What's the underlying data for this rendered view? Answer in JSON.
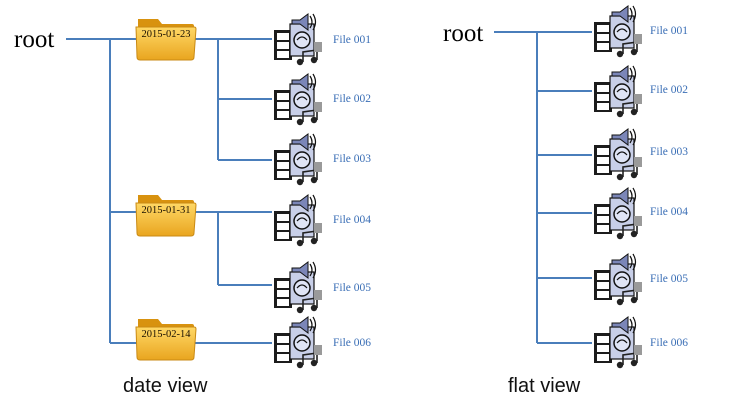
{
  "date_view": {
    "root_label": "root",
    "caption": "date view",
    "folders": [
      {
        "label": "2015-01-23",
        "files": [
          "File 001",
          "File 002",
          "File 003"
        ]
      },
      {
        "label": "2015-01-31",
        "files": [
          "File 004",
          "File 005"
        ]
      },
      {
        "label": "2015-02-14",
        "files": [
          "File 006"
        ]
      }
    ]
  },
  "flat_view": {
    "root_label": "root",
    "caption": "flat view",
    "files": [
      "File 001",
      "File 002",
      "File 003",
      "File 004",
      "File 005",
      "File 006"
    ]
  },
  "colors": {
    "line": "#4a7ebb",
    "file_label": "#3b6fb6",
    "folder_fill": "#f3b731",
    "folder_dark": "#d8920f"
  },
  "icons": {
    "folder": "folder-icon",
    "media_file": "media-file-icon"
  }
}
